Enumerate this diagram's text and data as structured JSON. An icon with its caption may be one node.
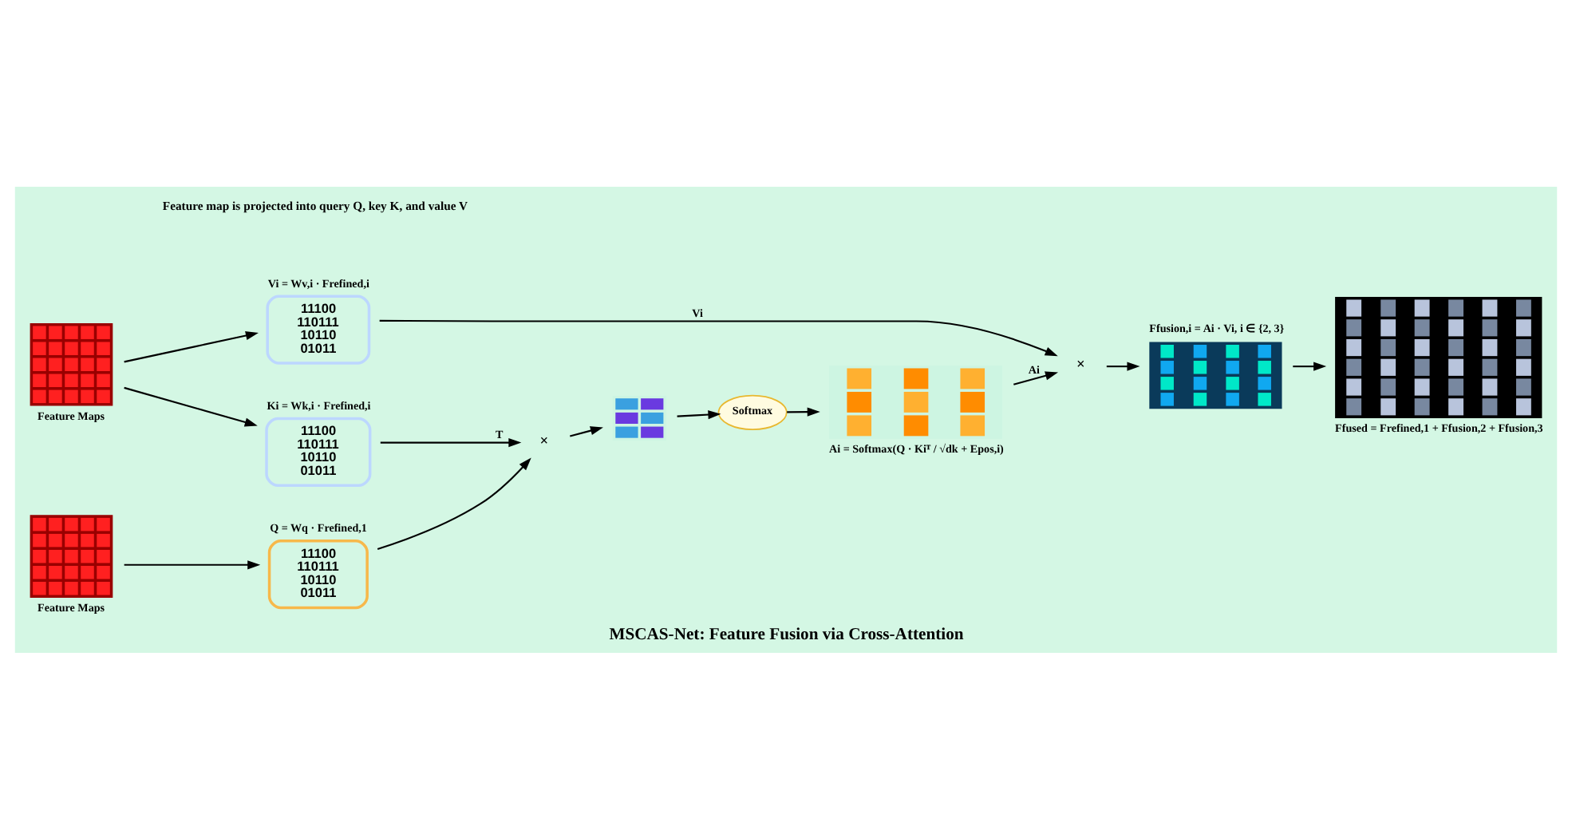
{
  "diagram": {
    "title": "MSCAS-Net: Feature Fusion via Cross-Attention",
    "nodes": [
      {
        "text": [
          "Feature Maps"
        ]
      },
      {
        "text": [
          "Feature Maps"
        ]
      },
      {
        "text": [
          "Vi = Wv,i · Frefined,i",
          "11100 110111 10110 01011"
        ]
      },
      {
        "text": [
          "Ki = Wk,i · Frefined,i",
          "11100 110111 10110 01011"
        ]
      },
      {
        "text": [
          "Q = Wq · Frefined,1",
          "11100 110111 10110 01011"
        ]
      },
      {
        "text": [
          "×"
        ]
      },
      {
        "text": [],
        "shape": "picture"
      },
      {
        "text": [
          "Softmax"
        ]
      },
      {
        "text": [
          "Ai = Softmax(Q · Kiᵀ / √dk + Epos,i)"
        ]
      },
      {
        "text": [
          "×"
        ]
      },
      {
        "text": [
          "Ffusion,i = Ai · Vi, i ∈ {2, 3}"
        ]
      },
      {
        "text": [
          "Ffused = Frefined,1 + Ffusion,2 + Ffusion,3"
        ]
      }
    ],
    "edges": [
      {
        "from": 0,
        "to": 2,
        "arrow": "to"
      },
      {
        "from": 0,
        "to": 3,
        "arrow": "to"
      },
      {
        "from": 1,
        "to": 4,
        "arrow": "to"
      },
      {
        "from": 2,
        "to": 9,
        "arrow": "to",
        "label": "Vi"
      },
      {
        "from": 3,
        "to": 5,
        "arrow": "to",
        "label": "T"
      },
      {
        "from": 4,
        "to": 5,
        "arrow": "to"
      },
      {
        "from": 5,
        "to": 6,
        "arrow": "to"
      },
      {
        "from": 6,
        "to": 7,
        "arrow": "to"
      },
      {
        "from": 7,
        "to": 8,
        "arrow": "to"
      },
      {
        "from": 8,
        "to": 9,
        "arrow": "to",
        "label": "Ai"
      },
      {
        "from": 9,
        "to": 10,
        "arrow": "to"
      },
      {
        "from": 10,
        "to": 11,
        "arrow": "to"
      }
    ],
    "labels": [
      "Feature map is projected into query Q, key K, and value V"
    ]
  }
}
